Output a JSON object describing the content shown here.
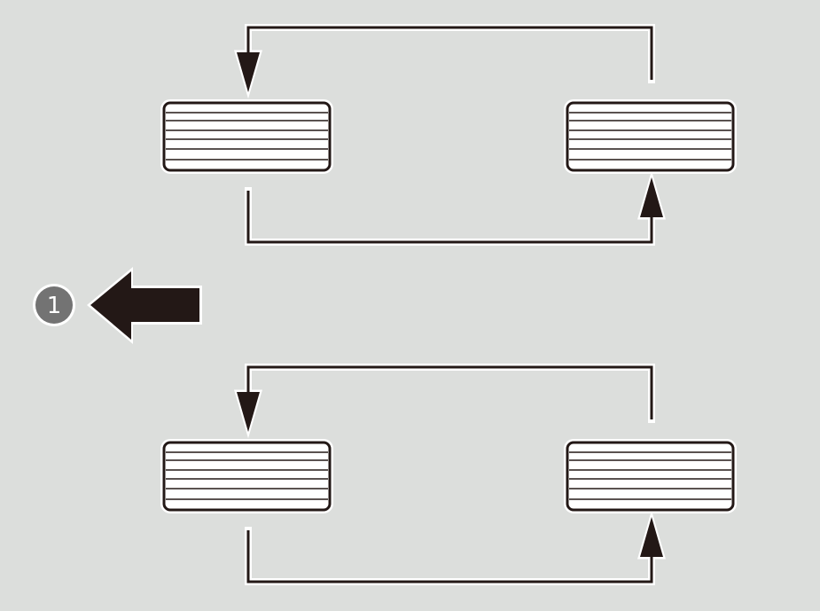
{
  "diagram": {
    "badge_label": "1",
    "colors": {
      "background": "#dcdedc",
      "ink": "#231816",
      "badge": "#737373",
      "halo": "#ffffff"
    },
    "icons": [
      "tire-icon",
      "rotation-arrow-icon",
      "direction-arrow-icon"
    ],
    "groups": [
      {
        "name": "upper-rotation",
        "tires": [
          "left",
          "right"
        ]
      },
      {
        "name": "lower-rotation",
        "tires": [
          "left",
          "right"
        ]
      }
    ]
  }
}
